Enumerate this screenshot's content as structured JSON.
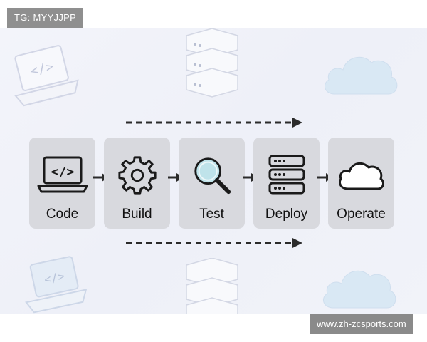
{
  "watermarks": {
    "top_left": "TG: MYYJJPP",
    "bottom_right": "www.zh-zcsports.com"
  },
  "stages": [
    {
      "label": "Code",
      "icon": "laptop-code-icon"
    },
    {
      "label": "Build",
      "icon": "gear-icon"
    },
    {
      "label": "Test",
      "icon": "magnifier-icon"
    },
    {
      "label": "Deploy",
      "icon": "server-rack-icon"
    },
    {
      "label": "Operate",
      "icon": "cloud-icon"
    }
  ],
  "colors": {
    "stage_bg": "#d8d9de",
    "icon_stroke": "#1a1a1a",
    "magnifier_lens": "#bfe3ea",
    "arrow": "#2b2b2b"
  }
}
